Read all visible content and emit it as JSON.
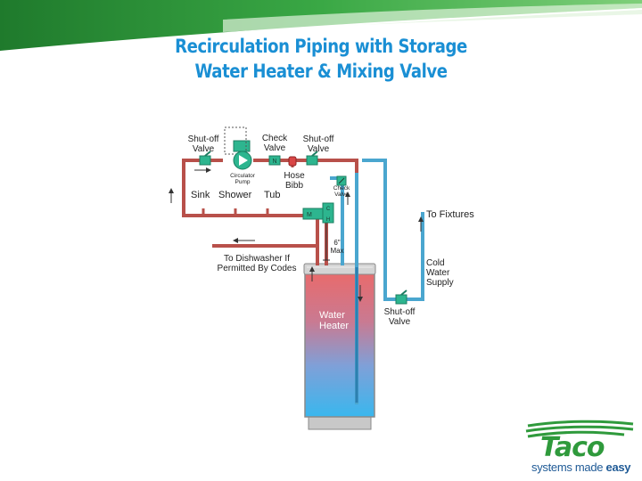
{
  "title_line1": "Recirculation Piping with Storage",
  "title_line2": "Water Heater & Mixing Valve",
  "labels": {
    "shutoff_left_1": "Shut-off",
    "shutoff_left_2": "Valve",
    "check_top_1": "Check",
    "check_top_2": "Valve",
    "shutoff_right_1": "Shut-off",
    "shutoff_right_2": "Valve",
    "circ_pump_1": "Circulator",
    "circ_pump_2": "Pump",
    "hose_bibb_1": "Hose",
    "hose_bibb_2": "Bibb",
    "check_small_1": "Check",
    "check_small_2": "Valve",
    "sink": "Sink",
    "shower": "Shower",
    "tub": "Tub",
    "to_fixtures": "To Fixtures",
    "max_1": "6\"",
    "max_2": "Max",
    "dish_1": "To Dishwasher If",
    "dish_2": "Permitted By Codes",
    "cold_1": "Cold",
    "cold_2": "Water",
    "cold_3": "Supply",
    "shutoff_bottom_1": "Shut-off",
    "shutoff_bottom_2": "Valve",
    "heater_1": "Water",
    "heater_2": "Heater",
    "valve_n": "N",
    "valve_m": "M",
    "valve_c": "C",
    "valve_h": "H"
  },
  "brand": {
    "logo_text": "Taco",
    "tagline_prefix": "systems made ",
    "tagline_bold": "easy"
  },
  "colors": {
    "title": "#1a8fd4",
    "hot_pipe": "#b8504a",
    "cold_pipe": "#4aa6cf",
    "valve": "#2db58f",
    "banner_green": "#2f9a3c"
  }
}
